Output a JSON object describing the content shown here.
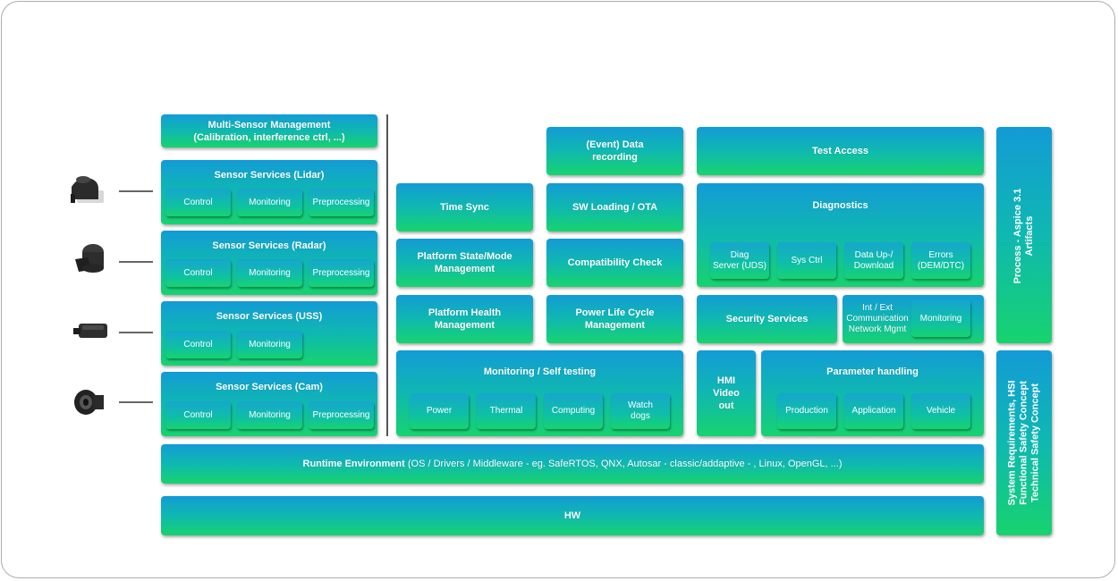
{
  "left": {
    "multi_sensor": "Multi-Sensor Management\n(Calibration, interference ctrl, ...)",
    "lidar": {
      "title": "Sensor Services (Lidar)",
      "items": [
        "Control",
        "Monitoring",
        "Preprocessing"
      ]
    },
    "radar": {
      "title": "Sensor Services (Radar)",
      "items": [
        "Control",
        "Monitoring",
        "Preprocessing"
      ]
    },
    "uss": {
      "title": "Sensor Services (USS)",
      "items": [
        "Control",
        "Monitoring"
      ]
    },
    "cam": {
      "title": "Sensor Services (Cam)",
      "items": [
        "Control",
        "Monitoring",
        "Preprocessing"
      ]
    }
  },
  "middle": {
    "event_recording": "(Event) Data\nrecording",
    "time_sync": "Time Sync",
    "sw_loading": "SW Loading / OTA",
    "platform_state": "Platform State/Mode\nManagement",
    "compatibility": "Compatibility Check",
    "platform_health": "Platform Health\nManagement",
    "power_lifecycle": "Power Life Cycle\nManagement",
    "monitoring": {
      "title": "Monitoring / Self testing",
      "items": [
        "Power",
        "Thermal",
        "Computing",
        "Watch\ndogs"
      ]
    }
  },
  "right": {
    "test_access": "Test Access",
    "diagnostics": {
      "title": "Diagnostics",
      "items": [
        "Diag\nServer (UDS)",
        "Sys Ctrl",
        "Data Up-/\nDownload",
        "Errors\n(DEM/DTC)"
      ]
    },
    "security": "Security Services",
    "comm": {
      "title": "Int / Ext\nCommunication\nNetwork Mgmt",
      "item": "Monitoring"
    },
    "hmi": "HMI\nVideo\nout",
    "parameter": {
      "title": "Parameter handling",
      "items": [
        "Production",
        "Application",
        "Vehicle"
      ]
    }
  },
  "runtime": {
    "bold": "Runtime Environment",
    "rest": " (OS / Drivers / Middleware - eg. SafeRTOS, QNX, Autosar - classic/addaptive - , Linux, OpenGL, ...)"
  },
  "hw": "HW",
  "side": {
    "process": "Process - Aspice 3.1\nArtifacts",
    "requirements": "System Requirements, HSI\nFunctional Safety Concept\nTechnical Safety Concept"
  }
}
